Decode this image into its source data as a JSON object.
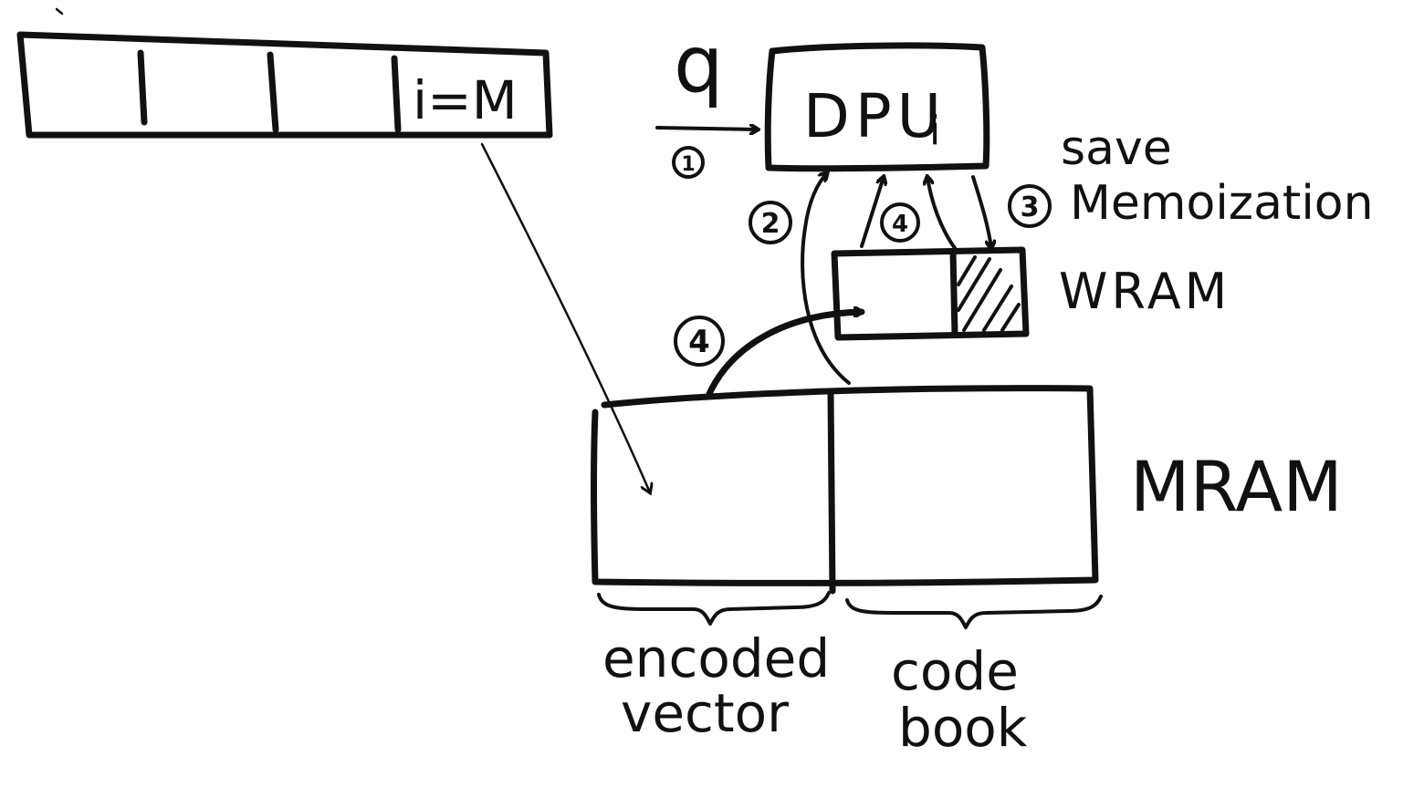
{
  "array_label": "i=M",
  "query_label": "q",
  "dpu_label": "DPU",
  "dpu_subscript": "i",
  "wram_label": "WRAM",
  "mram_label": "MRAM",
  "save_label_line1": "save",
  "save_label_line2": "Memoization",
  "encoded_line1": "encoded",
  "encoded_line2": "vector",
  "codebook_line1": "code",
  "codebook_line2": "book",
  "steps": {
    "s1": "1",
    "s2": "2",
    "s3": "3",
    "s4_top": "4",
    "s4_left": "4"
  },
  "colors": {
    "ink": "#111111",
    "background": "#ffffff"
  }
}
